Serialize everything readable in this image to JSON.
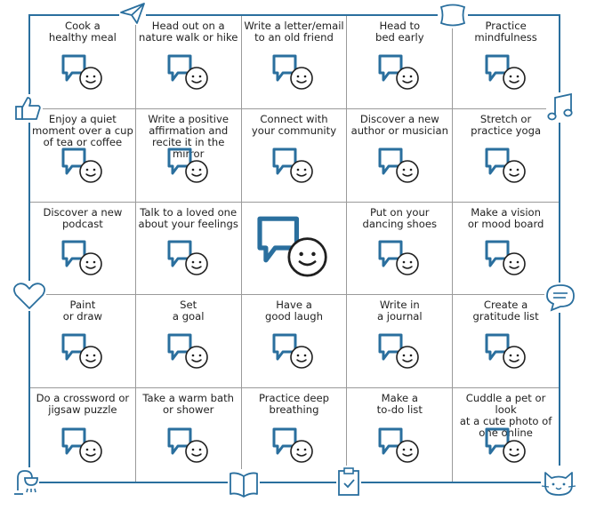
{
  "colors": {
    "accent": "#2a6f9e",
    "ink": "#1f1f1f",
    "grid": "#9a9a9a"
  },
  "center_icon": "chat-smiley-icon",
  "cells": [
    {
      "line1": "Cook a",
      "line2": "healthy meal",
      "line3": ""
    },
    {
      "line1": "Head out on a",
      "line2": "nature walk or hike",
      "line3": ""
    },
    {
      "line1": "Write a letter/email",
      "line2": "to an old friend",
      "line3": ""
    },
    {
      "line1": "Head to",
      "line2": "bed early",
      "line3": ""
    },
    {
      "line1": "Practice",
      "line2": "mindfulness",
      "line3": ""
    },
    {
      "line1": "Enjoy a quiet",
      "line2": "moment over a cup",
      "line3": "of tea or coffee"
    },
    {
      "line1": "Write a positive",
      "line2": "affirmation and",
      "line3": "recite it in the mirror"
    },
    {
      "line1": "Connect with",
      "line2": "your community",
      "line3": ""
    },
    {
      "line1": "Discover a new",
      "line2": "author or musician",
      "line3": ""
    },
    {
      "line1": "Stretch or",
      "line2": "practice yoga",
      "line3": ""
    },
    {
      "line1": "Discover a new",
      "line2": "podcast",
      "line3": ""
    },
    {
      "line1": "Talk to a loved one",
      "line2": "about your feelings",
      "line3": ""
    },
    {
      "line1": "",
      "line2": "",
      "line3": ""
    },
    {
      "line1": "Put on your",
      "line2": "dancing shoes",
      "line3": ""
    },
    {
      "line1": "Make a vision",
      "line2": "or mood board",
      "line3": ""
    },
    {
      "line1": "Paint",
      "line2": "or draw",
      "line3": ""
    },
    {
      "line1": "Set",
      "line2": "a goal",
      "line3": ""
    },
    {
      "line1": "Have a",
      "line2": "good laugh",
      "line3": ""
    },
    {
      "line1": "Write in",
      "line2": "a journal",
      "line3": ""
    },
    {
      "line1": "Create a",
      "line2": "gratitude list",
      "line3": ""
    },
    {
      "line1": "Do a crossword or",
      "line2": "jigsaw puzzle",
      "line3": ""
    },
    {
      "line1": "Take a warm bath",
      "line2": "or shower",
      "line3": ""
    },
    {
      "line1": "Practice deep",
      "line2": "breathing",
      "line3": ""
    },
    {
      "line1": "Make a",
      "line2": "to-do list",
      "line3": ""
    },
    {
      "line1": "Cuddle a pet or look",
      "line2": "at a cute photo of",
      "line3": "one online"
    }
  ],
  "decorations": [
    "paper-plane-icon",
    "pillow-icon",
    "thumbs-up-icon",
    "music-note-icon",
    "heart-icon",
    "chat-bubble-icon",
    "shower-icon",
    "book-icon",
    "clipboard-icon",
    "cat-icon"
  ]
}
